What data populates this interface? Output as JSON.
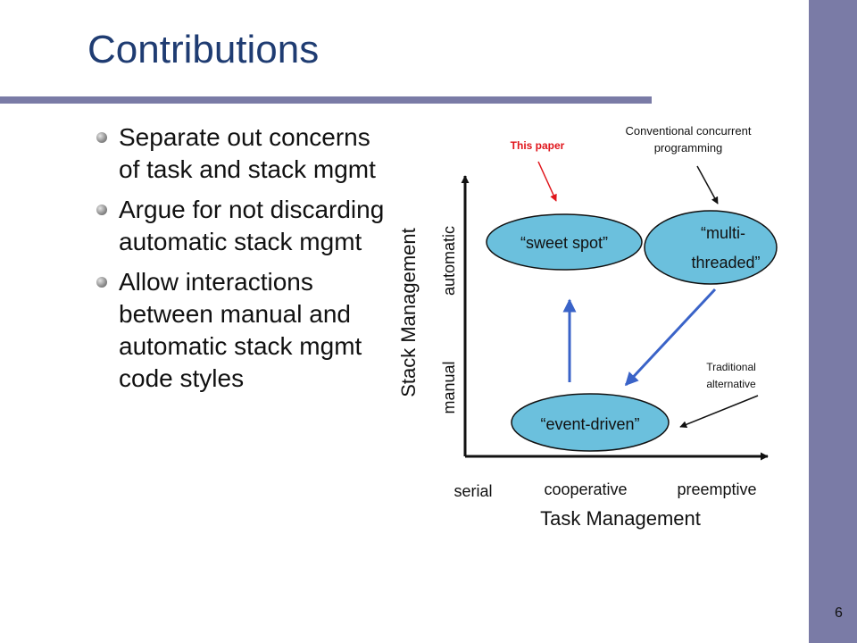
{
  "slide": {
    "title": "Contributions",
    "page_number": "6",
    "bullets": [
      "Separate out concerns of task and stack mgmt",
      "Argue for not discarding automatic stack mgmt",
      "Allow interactions between manual and automatic stack mgmt code styles"
    ]
  },
  "diagram": {
    "y_axis_label": "Stack Management",
    "x_axis_label": "Task Management",
    "y_ticks": [
      "manual",
      "automatic"
    ],
    "x_ticks": [
      "serial",
      "cooperative",
      "preemptive"
    ],
    "nodes": {
      "sweet_spot": "“sweet spot”",
      "multi_threaded_line1": "“multi-",
      "multi_threaded_line2": "threaded”",
      "event_driven": "“event-driven”"
    },
    "annotations": {
      "this_paper": "This paper",
      "conventional_line1": "Conventional concurrent",
      "conventional_line2": "programming",
      "traditional_line1": "Traditional",
      "traditional_line2": "alternative"
    }
  },
  "colors": {
    "side_bar": "#7a7ba6",
    "title": "#1f3c72",
    "node_fill": "#6bc0dd",
    "blue_arrow": "#3a63c8",
    "this_paper": "#e0151b"
  }
}
